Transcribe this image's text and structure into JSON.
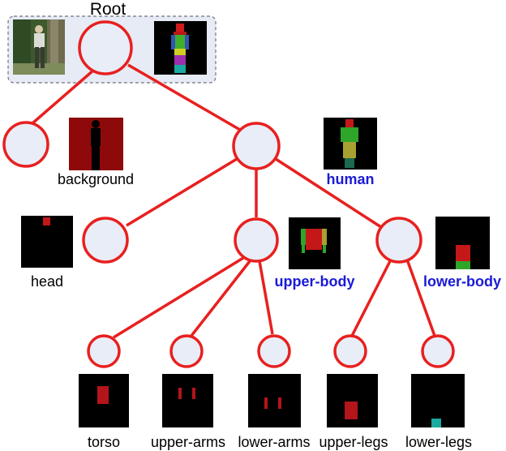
{
  "labels": {
    "root": "Root",
    "background": "background",
    "human": "human",
    "head": "head",
    "upper_body": "upper-body",
    "lower_body": "lower-body",
    "torso": "torso",
    "upper_arms": "upper-arms",
    "lower_arms": "lower-arms",
    "upper_legs": "upper-legs",
    "lower_legs": "lower-legs"
  },
  "colors": {
    "edge": "#e8201f",
    "node_fill": "#e8edf7",
    "root_box": "#e6ebf5",
    "highlight_label": "#1a1ad6",
    "mask_bg": "#000000",
    "mask_red": "#b3151a",
    "background_mask": "#8e0a0a"
  }
}
